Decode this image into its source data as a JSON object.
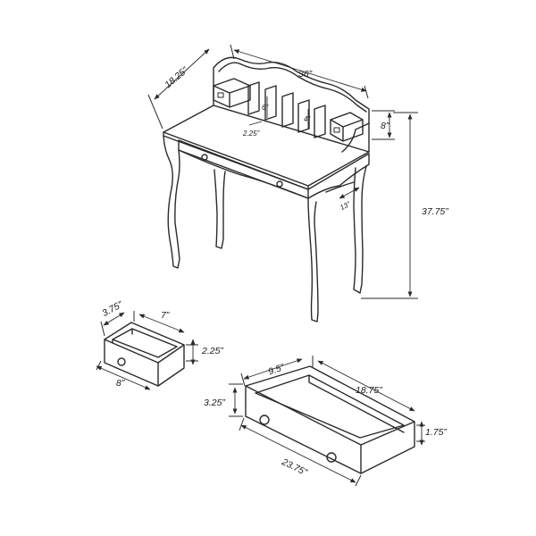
{
  "desk": {
    "width": "36”",
    "depth": "18.25”",
    "height": "37.75”",
    "hutch_height": "8”",
    "knee_clearance": "13”",
    "cubby_height": "6”",
    "cubby_width": "2.25”",
    "slot_width": "4”"
  },
  "small_drawer": {
    "depth": "3.75”",
    "width": "7”",
    "height": "2.25”",
    "front_width": "8”"
  },
  "large_drawer": {
    "depth": "9.5”",
    "width": "18.75”",
    "front_height": "3.25”",
    "side_height": "1.75”",
    "front_width": "23.75”"
  }
}
